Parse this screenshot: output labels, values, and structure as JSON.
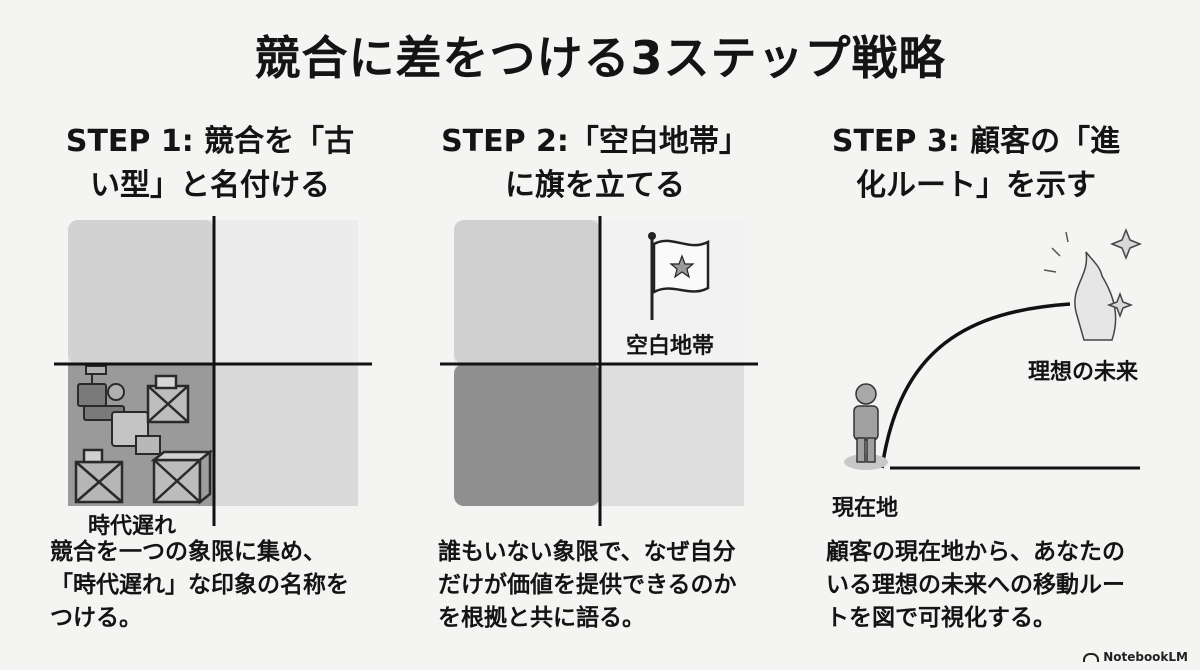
{
  "title": "競合に差をつける3ステップ戦略",
  "steps": [
    {
      "title_line1": "STEP 1: 競合を「古",
      "title_line2": "い型」と名付ける",
      "label": "時代遅れ",
      "desc": "競合を一つの象限に集め、\n「時代遅れ」な印象の名称を\nつける。"
    },
    {
      "title_line1": "STEP 2:「空白地帯」",
      "title_line2": "に旗を立てる",
      "label": "空白地帯",
      "desc": "誰もいない象限で、なぜ自分\nだけが価値を提供できるのか\nを根拠と共に語る。"
    },
    {
      "title_line1": "STEP 3: 顧客の「進",
      "title_line2": "化ルート」を示す",
      "label_start": "現在地",
      "label_end": "理想の未来",
      "desc": "顧客の現在地から、あなたの\nいる理想の未来への移動ルー\nトを図で可視化する。"
    }
  ],
  "brand": "NotebookLM",
  "icons": [
    "machinery-icon",
    "crate-icon",
    "flag-icon",
    "person-icon",
    "sparkle-icon"
  ],
  "colors": {
    "background": "#f4f4f2",
    "text": "#141414",
    "quadrant_light": "#e6e6e6",
    "quadrant_mid": "#cfcfcf",
    "quadrant_dark": "#8f8f8f"
  }
}
